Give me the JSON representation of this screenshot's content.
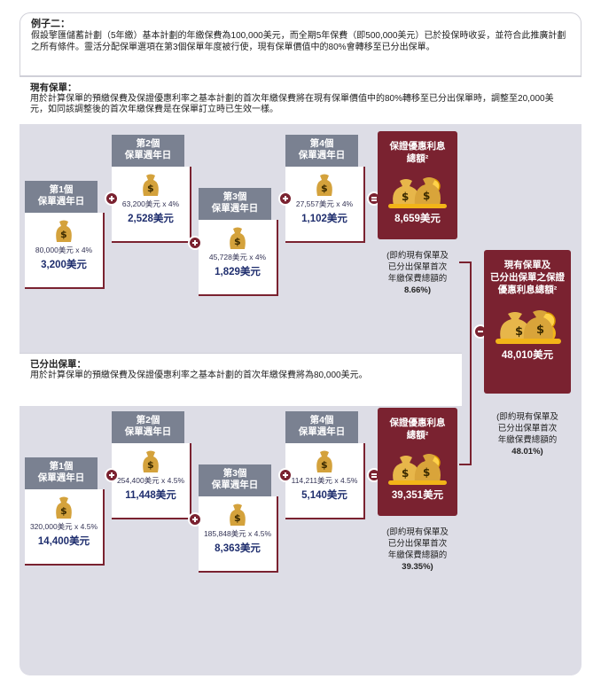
{
  "example": {
    "title": "例子二：",
    "text": "假設擎匯儲蓄計劃（5年繳）基本計劃的年繳保費為100,000美元，而全期5年保費（即500,000美元）已於投保時收妥，並符合此推廣計劃之所有條件。靈活分配保單選項在第3個保單年度被行使，現有保單價值中的80%會轉移至已分出保單。"
  },
  "existing": {
    "title": "現有保單：",
    "text": "用於計算保單的預繳保費及保證優惠利率之基本計劃的首次年繳保費將在現有保單價值中的80%轉移至已分出保單時，調整至20,000美元，如同該調整後的首次年繳保費是在保單訂立時已生效一樣。",
    "years": [
      {
        "tab": "第1個\n保單週年日",
        "calc": "80,000美元 x 4%",
        "result": "3,200美元"
      },
      {
        "tab": "第2個\n保單週年日",
        "calc": "63,200美元 x 4%",
        "result": "2,528美元"
      },
      {
        "tab": "第3個\n保單週年日",
        "calc": "45,728美元 x 4%",
        "result": "1,829美元"
      },
      {
        "tab": "第4個\n保單週年日",
        "calc": "27,557美元 x 4%",
        "result": "1,102美元"
      }
    ],
    "total_title": "保證優惠利息\n總額²",
    "total_amount": "8,659美元",
    "note": "(即約現有保單及\n已分出保單首次\n年繳保費總額的",
    "note_pct": "8.66%)"
  },
  "split": {
    "title": "已分出保單：",
    "text": "用於計算保單的預繳保費及保證優惠利率之基本計劃的首次年繳保費將為80,000美元。",
    "years": [
      {
        "tab": "第1個\n保單週年日",
        "calc": "320,000美元 x 4.5%",
        "result": "14,400美元"
      },
      {
        "tab": "第2個\n保單週年日",
        "calc": "254,400美元 x 4.5%",
        "result": "11,448美元"
      },
      {
        "tab": "第3個\n保單週年日",
        "calc": "185,848美元 x 4.5%",
        "result": "8,363美元"
      },
      {
        "tab": "第4個\n保單週年日",
        "calc": "114,211美元 x 4.5%",
        "result": "5,140美元"
      }
    ],
    "total_title": "保證優惠利息\n總額²",
    "total_amount": "39,351美元",
    "note": "(即約現有保單及\n已分出保單首次\n年繳保費總額的",
    "note_pct": "39.35%)"
  },
  "grand": {
    "title": "現有保單及\n已分出保單之保證\n優惠利息總額²",
    "amount": "48,010美元",
    "note": "(即約現有保單及\n已分出保單首次\n年繳保費總額的",
    "note_pct": "48.01%)"
  },
  "colors": {
    "accent": "#7a2230",
    "tab": "#7a8191",
    "value": "#1f2e6e",
    "gold": "#f2b418"
  }
}
